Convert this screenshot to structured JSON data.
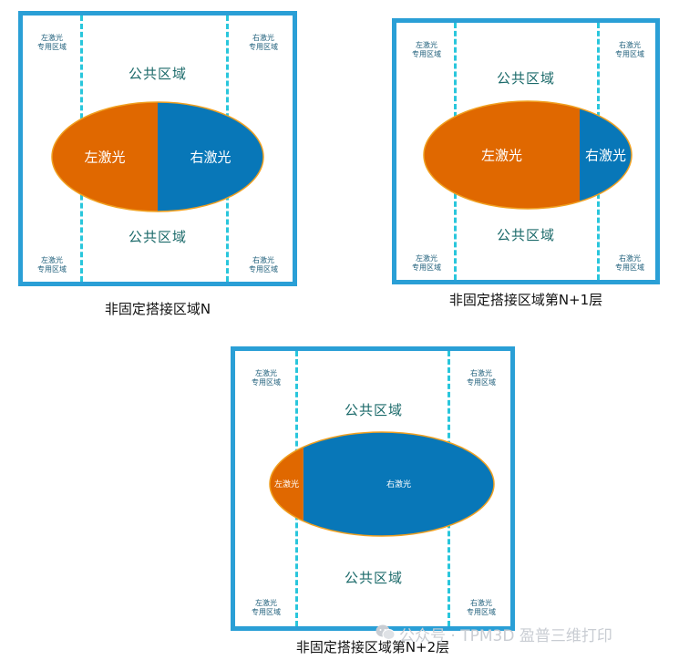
{
  "labels": {
    "left_zone": "左激光\n专用区域",
    "right_zone": "右激光\n专用区域",
    "common_zone": "公共区域",
    "left_laser": "左激光",
    "right_laser": "右激光"
  },
  "panels": [
    {
      "caption": "非固定搭接区域N",
      "left_fraction": 0.5
    },
    {
      "caption": "非固定搭接区域第N+1层",
      "left_fraction": 0.75
    },
    {
      "caption": "非固定搭接区域第N+2层",
      "left_fraction": 0.15
    }
  ],
  "colors": {
    "frame": "#2a9fd6",
    "dashed": "#29c6dc",
    "left_laser": "#e06800",
    "right_laser": "#0877b8"
  },
  "watermark": "公众号 · TPM3D 盈普三维打印"
}
